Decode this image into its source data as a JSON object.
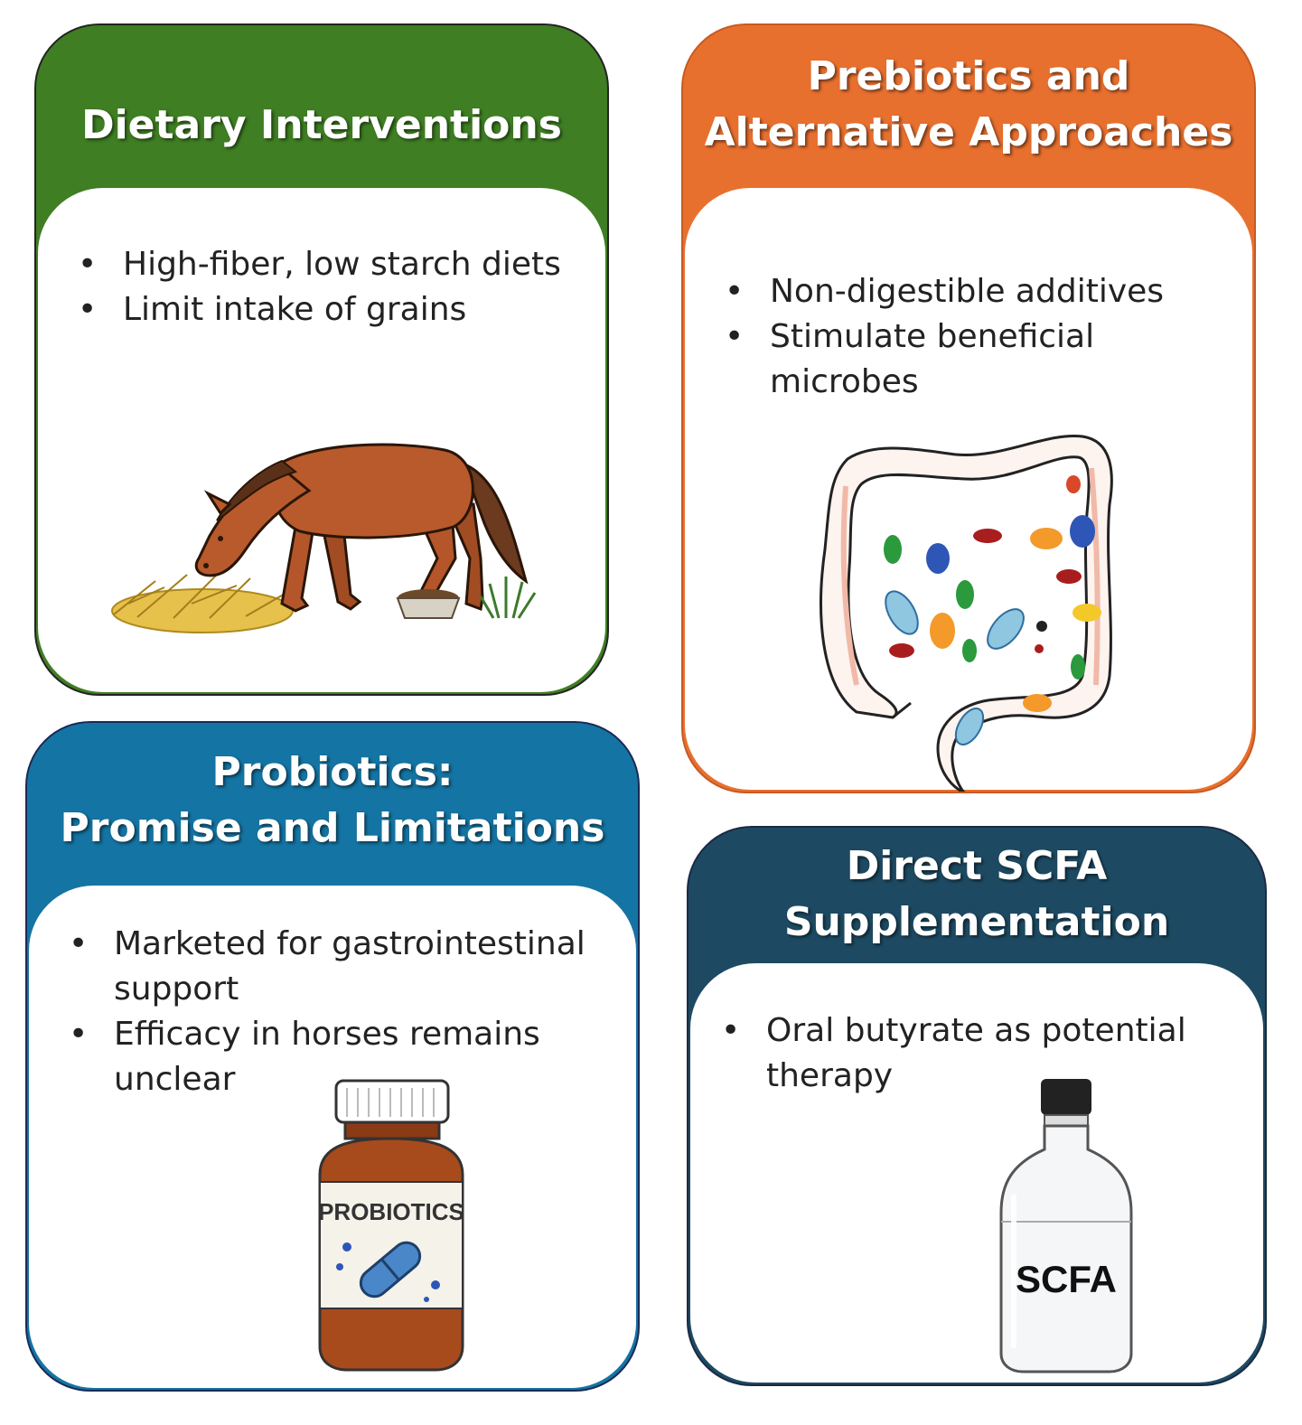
{
  "colors": {
    "dietary": "#3f7e23",
    "prebiotics": "#e8702f",
    "probiotics": "#1474a3",
    "scfa": "#1d4a62"
  },
  "cards": {
    "dietary": {
      "title": "Dietary Interventions",
      "bullets": [
        "High-fiber, low starch diets",
        "Limit intake of grains"
      ],
      "icon": "grazing-horse-illustration"
    },
    "prebiotics": {
      "title_line1": "Prebiotics and",
      "title_line2": "Alternative Approaches",
      "bullets": [
        "Non-digestible additives",
        "Stimulate beneficial microbes"
      ],
      "icon": "intestine-microbes-illustration"
    },
    "probiotics": {
      "title_line1": "Probiotics:",
      "title_line2": "Promise and Limitations",
      "bullets": [
        "Marketed for gastrointestinal support",
        "Efficacy in horses remains unclear"
      ],
      "bottle_label": "PROBIOTICS",
      "icon": "probiotic-bottle-illustration"
    },
    "scfa": {
      "title_line1": "Direct SCFA",
      "title_line2": "Supplementation",
      "bullets": [
        "Oral butyrate as potential therapy"
      ],
      "bottle_label": "SCFA",
      "icon": "scfa-bottle-illustration"
    }
  }
}
